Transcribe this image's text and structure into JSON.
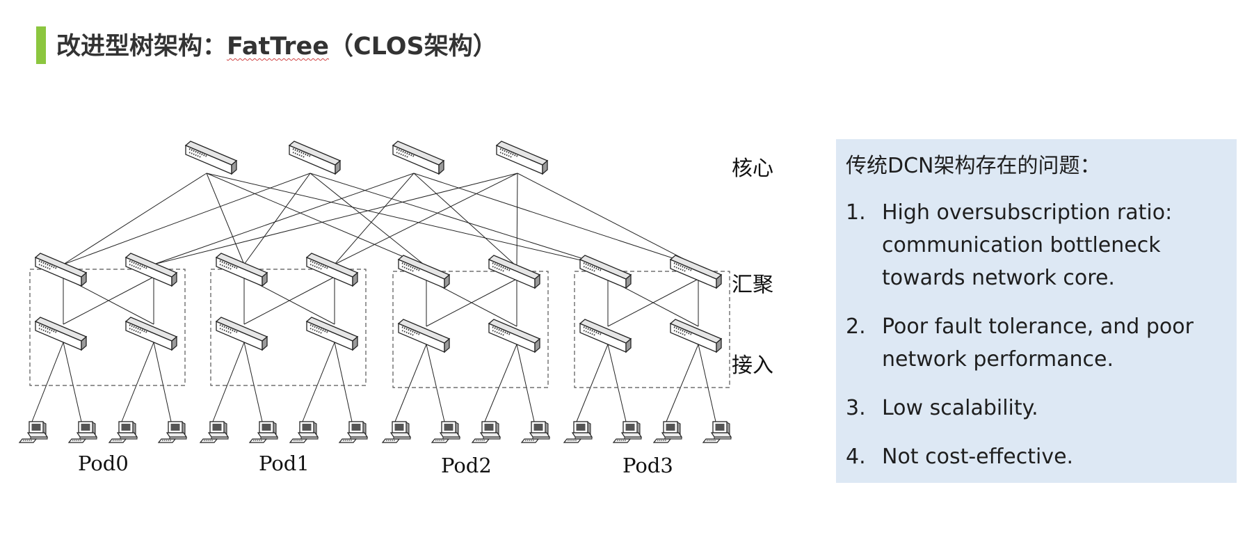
{
  "slide": {
    "title_prefix": "改进型树架构：",
    "title_term": "FatTree",
    "title_suffix": "（CLOS架构）",
    "accent_color": "#8cc63f"
  },
  "diagram": {
    "layer_labels": {
      "core": "核心",
      "aggregation": "汇聚",
      "access": "接入"
    },
    "pods": [
      "Pod0",
      "Pod1",
      "Pod2",
      "Pod3"
    ],
    "icons": {
      "switch": "switch-icon",
      "host": "computer-icon"
    }
  },
  "problems_panel": {
    "heading": "传统DCN架构存在的问题：",
    "background": "#dde8f4",
    "items": [
      {
        "num": "1.",
        "text": "High oversubscription ratio: communication bottleneck towards network core."
      },
      {
        "num": "2.",
        "text": "Poor fault tolerance, and poor network performance."
      },
      {
        "num": "3.",
        "text": "Low scalability."
      },
      {
        "num": "4.",
        "text": "Not cost-effective."
      }
    ]
  }
}
